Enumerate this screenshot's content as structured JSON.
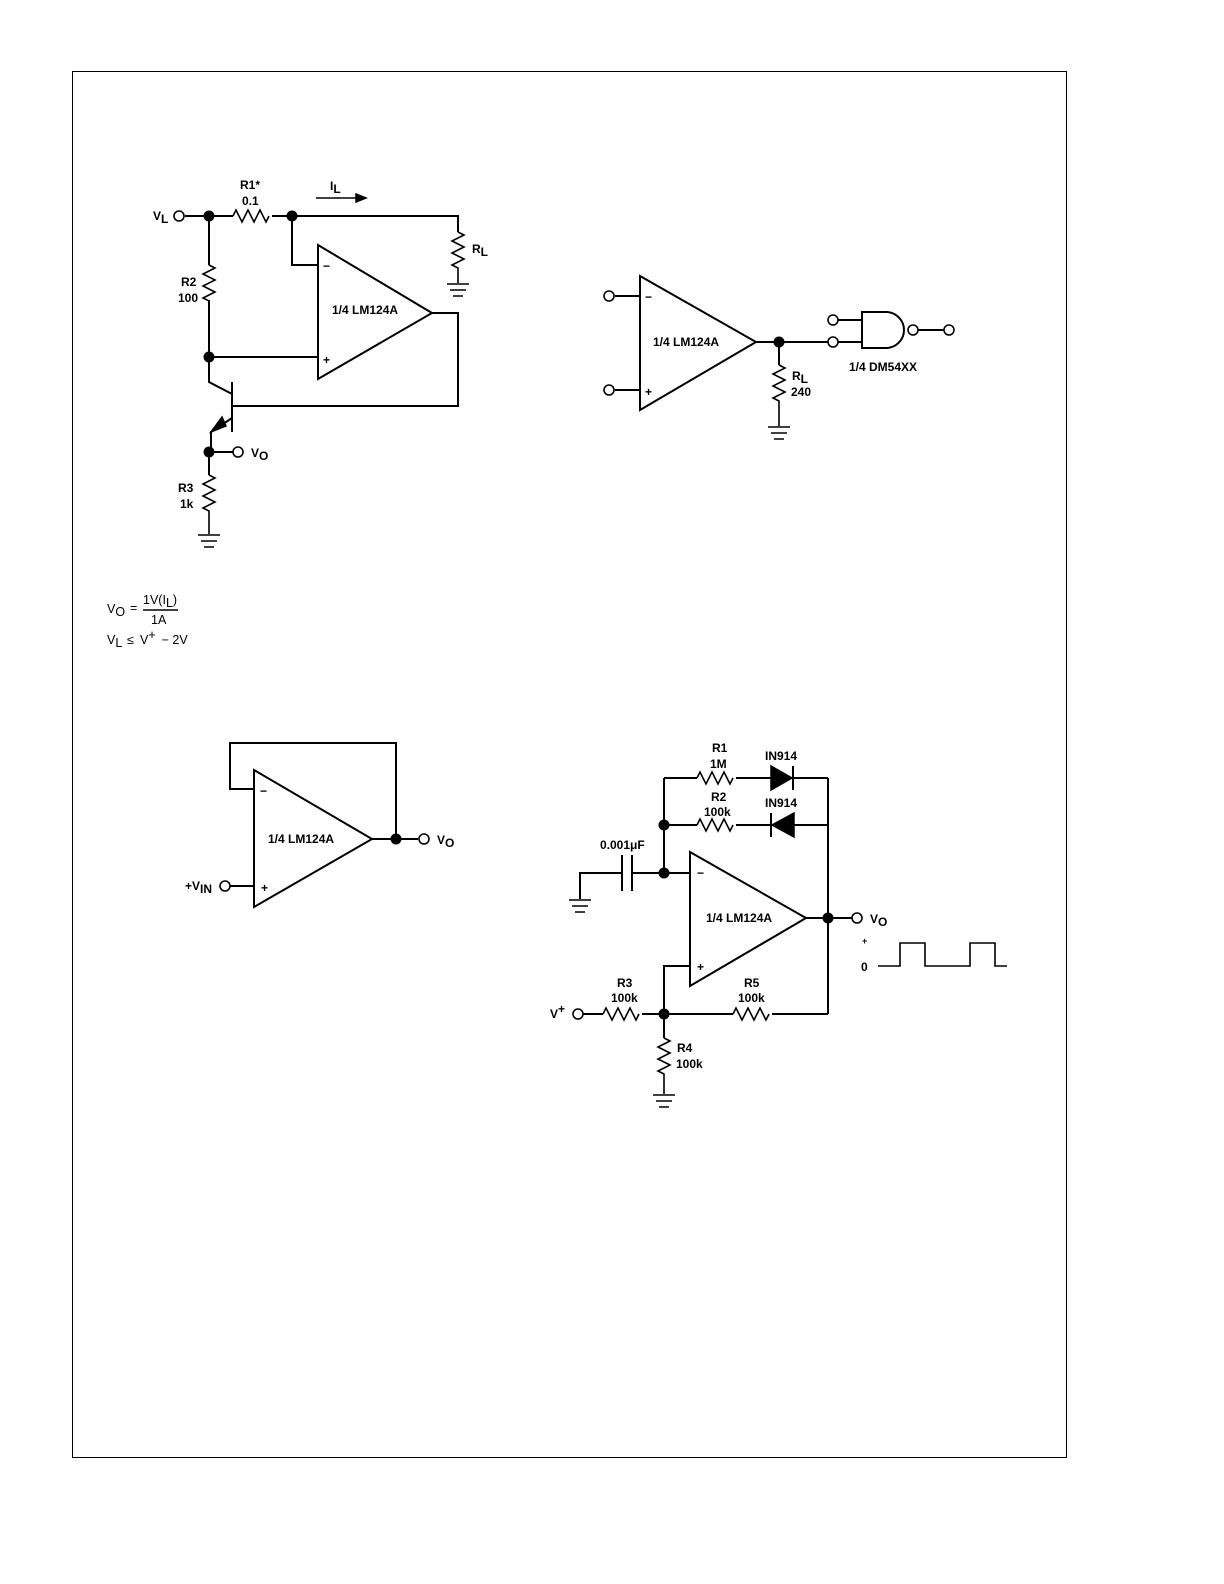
{
  "circuit1": {
    "vl_label": "V",
    "vl_sub": "L",
    "r1_name": "R1*",
    "r1_value": "0.1",
    "il_label": "I",
    "il_sub": "L",
    "rl_label": "R",
    "rl_sub": "L",
    "r2_name": "R2",
    "r2_value": "100",
    "opamp_label": "1/4 LM124A",
    "minus": "−",
    "plus": "+",
    "vo_label": "V",
    "vo_sub": "O",
    "r3_name": "R3",
    "r3_value": "1k"
  },
  "equations": {
    "eq1_lhs": "V",
    "eq1_lhs_sub": "O",
    "eq1_equals": "=",
    "eq1_num": "1V(I",
    "eq1_num_sub": "L",
    "eq1_num_end": ")",
    "eq1_den": "1A",
    "eq2_lhs": "V",
    "eq2_lhs_sub": "L",
    "eq2_rel": "≤",
    "eq2_v": "V",
    "eq2_sup": "+",
    "eq2_rest": "−  2V"
  },
  "circuit2": {
    "opamp_label": "1/4 LM124A",
    "minus": "−",
    "plus": "+",
    "rl_label": "R",
    "rl_sub": "L",
    "rl_value": "240",
    "gate_label": "1/4 DM54XX"
  },
  "circuit3": {
    "opamp_label": "1/4 LM124A",
    "minus": "−",
    "plus": "+",
    "vin_label": "+V",
    "vin_sub": "IN",
    "vo_label": "V",
    "vo_sub": "O"
  },
  "circuit4": {
    "r1_name": "R1",
    "r1_value": "1M",
    "d1_label": "IN914",
    "r2_name": "R2",
    "r2_value": "100k",
    "d2_label": "IN914",
    "cap_label": "0.001μF",
    "opamp_label": "1/4 LM124A",
    "minus": "−",
    "plus": "+",
    "vo_label": "V",
    "vo_sub": "O",
    "wave_plus": "+",
    "wave_zero": "0",
    "r3_name": "R3",
    "r3_value": "100k",
    "r5_name": "R5",
    "r5_value": "100k",
    "vplus_label": "V",
    "vplus_sup": "+",
    "r4_name": "R4",
    "r4_value": "100k"
  }
}
